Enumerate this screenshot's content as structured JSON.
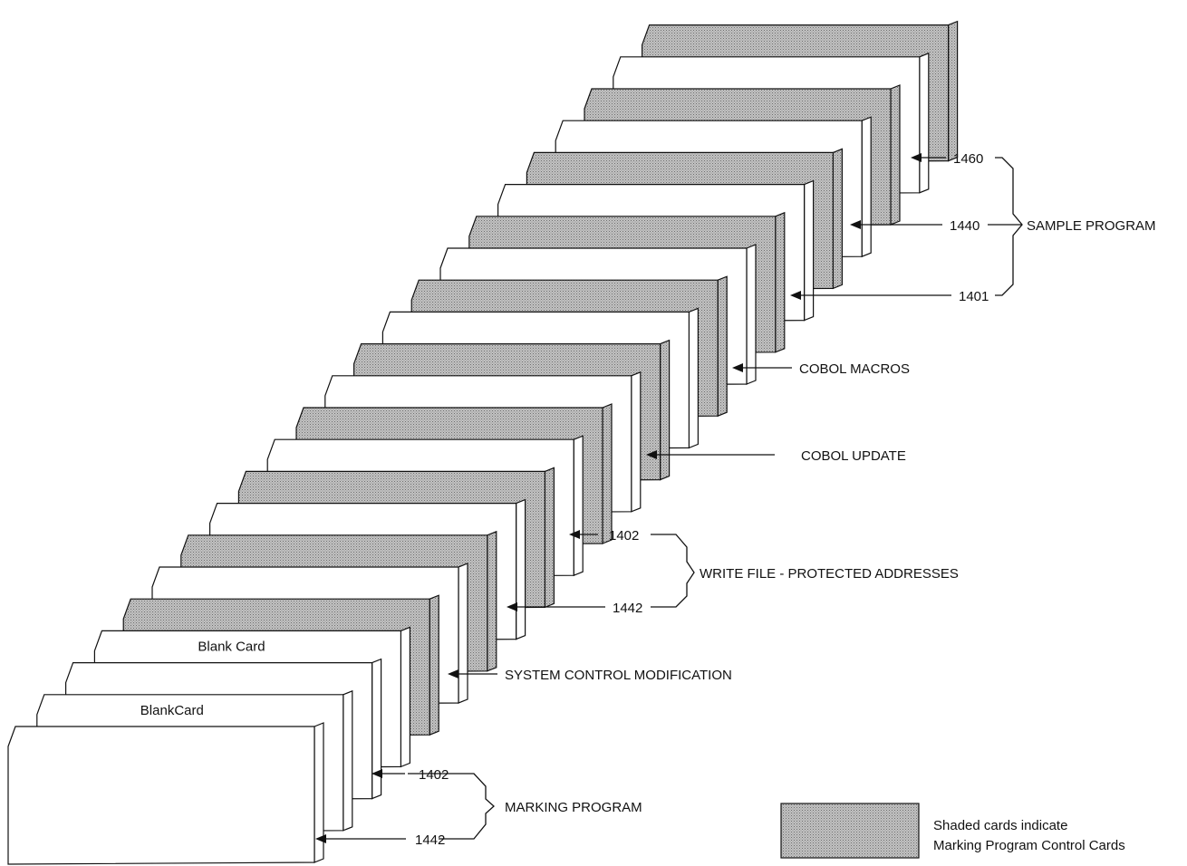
{
  "colors": {
    "ink": "#111111",
    "paper": "#ffffff",
    "shade": "#bdbdbd",
    "shade_dots": "#7a7a7a"
  },
  "deck": [
    {
      "id": "1",
      "shaded": false,
      "text": ""
    },
    {
      "id": "2",
      "shaded": false,
      "text": "BlankCard"
    },
    {
      "id": "3",
      "shaded": false,
      "text": ""
    },
    {
      "id": "4",
      "shaded": false,
      "text": "Blank Card"
    },
    {
      "id": "5",
      "shaded": true,
      "text": ""
    },
    {
      "id": "6",
      "shaded": false,
      "text": ""
    },
    {
      "id": "7",
      "shaded": true,
      "text": ""
    },
    {
      "id": "8",
      "shaded": false,
      "text": ""
    },
    {
      "id": "9",
      "shaded": true,
      "text": ""
    },
    {
      "id": "10",
      "shaded": false,
      "text": ""
    },
    {
      "id": "11",
      "shaded": true,
      "text": ""
    },
    {
      "id": "12",
      "shaded": false,
      "text": ""
    },
    {
      "id": "13",
      "shaded": true,
      "text": ""
    },
    {
      "id": "14",
      "shaded": false,
      "text": ""
    },
    {
      "id": "15",
      "shaded": true,
      "text": ""
    },
    {
      "id": "16",
      "shaded": false,
      "text": ""
    },
    {
      "id": "17",
      "shaded": true,
      "text": ""
    },
    {
      "id": "18",
      "shaded": false,
      "text": ""
    },
    {
      "id": "19",
      "shaded": true,
      "text": ""
    },
    {
      "id": "20",
      "shaded": false,
      "text": ""
    },
    {
      "id": "21",
      "shaded": true,
      "text": ""
    },
    {
      "id": "22",
      "shaded": false,
      "text": ""
    },
    {
      "id": "23",
      "shaded": true,
      "text": ""
    }
  ],
  "groups": {
    "marking_program": {
      "label": "MARKING PROGRAM",
      "codes": [
        "1402",
        "1442"
      ]
    },
    "system_control": {
      "label": "SYSTEM CONTROL MODIFICATION"
    },
    "write_file": {
      "label": "WRITE FILE - PROTECTED ADDRESSES",
      "codes": [
        "1402",
        "1442"
      ]
    },
    "cobol_update": {
      "label": "COBOL UPDATE"
    },
    "cobol_macros": {
      "label": "COBOL MACROS"
    },
    "sample_program": {
      "label": "SAMPLE PROGRAM",
      "codes": [
        "1460",
        "1440",
        "1401"
      ]
    }
  },
  "legend": {
    "line1": "Shaded cards indicate",
    "line2": "Marking Program Control Cards"
  }
}
